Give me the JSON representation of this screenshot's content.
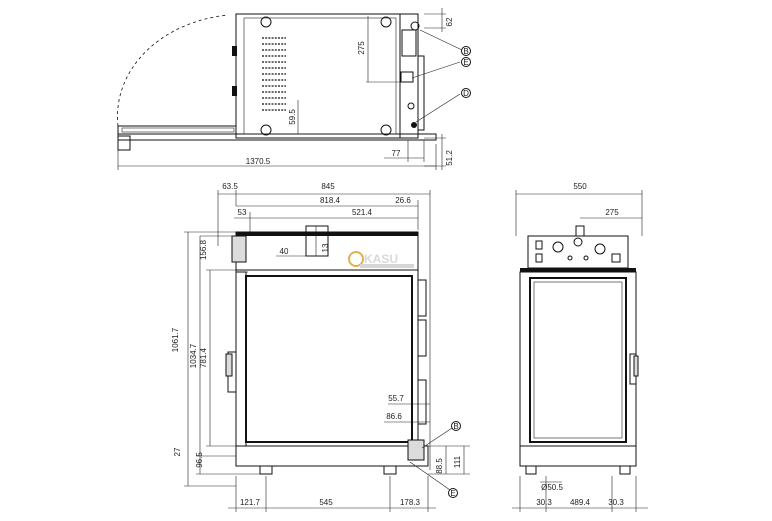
{
  "top_view": {
    "dims": {
      "d62": "62",
      "d275": "275",
      "d59_5": "59.5",
      "d77": "77",
      "d51_2": "51.2",
      "d1370_5": "1370.5"
    },
    "callouts": {
      "B": "B",
      "E": "E",
      "D": "D"
    }
  },
  "side_view": {
    "dims": {
      "d63_5": "63.5",
      "d845": "845",
      "d818_4": "818.4",
      "d26_6": "26.6",
      "d53": "53",
      "d521_4": "521.4",
      "d40": "40",
      "d13": "13",
      "d156_8": "156.8",
      "d1061_7": "1061.7",
      "d1034_7": "1034.7",
      "d781_4": "781.4",
      "d27": "27",
      "d96_5": "96.5",
      "d55_7": "55.7",
      "d86_6": "86.6",
      "d88_5": "88.5",
      "d111": "111",
      "d121_7": "121.7",
      "d545": "545",
      "d178_3": "178.3"
    },
    "callouts": {
      "B": "B",
      "E": "E"
    }
  },
  "front_view": {
    "dims": {
      "d550": "550",
      "d275": "275",
      "d050_5": "Ø50.5",
      "d30_3a": "30.3",
      "d489_4": "489.4",
      "d30_3b": "30.3"
    }
  },
  "watermark": {
    "brand": "OKASU"
  }
}
